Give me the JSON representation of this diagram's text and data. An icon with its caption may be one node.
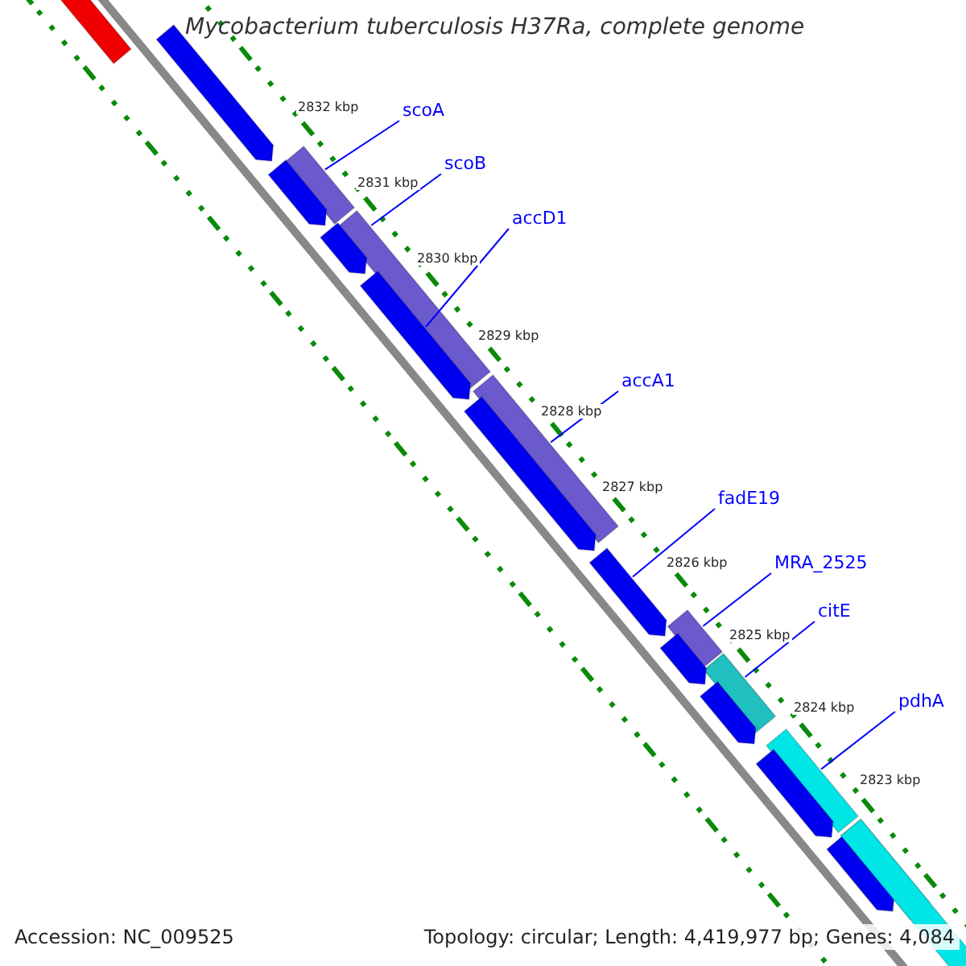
{
  "diagram": {
    "title": "Mycobacterium tuberculosis H37Ra, complete genome",
    "nodes": [
      {
        "text": [
          "scoA"
        ]
      },
      {
        "text": [
          "scoB"
        ]
      },
      {
        "text": [
          "accD1"
        ]
      },
      {
        "text": [
          "accA1"
        ]
      },
      {
        "text": [
          "fadE19"
        ]
      },
      {
        "text": [
          "MRA_2525"
        ]
      },
      {
        "text": [
          "citE"
        ]
      },
      {
        "text": [
          "pdhA"
        ]
      },
      {
        "text": [],
        "shape": "bar"
      },
      {
        "text": [],
        "shape": "arrow"
      },
      {
        "text": [],
        "shape": "bar"
      },
      {
        "text": [],
        "shape": "arrow"
      },
      {
        "text": [],
        "shape": "bar"
      },
      {
        "text": [],
        "shape": "arrow"
      },
      {
        "text": [],
        "shape": "arrow"
      },
      {
        "text": [],
        "shape": "bar"
      },
      {
        "text": [],
        "shape": "arrow"
      },
      {
        "text": [],
        "shape": "arrow"
      },
      {
        "text": [],
        "shape": "bar"
      },
      {
        "text": [],
        "shape": "bar"
      },
      {
        "text": [],
        "shape": "arrow"
      },
      {
        "text": [],
        "shape": "bar"
      },
      {
        "text": [],
        "shape": "arrow"
      },
      {
        "text": [],
        "shape": "bar"
      },
      {
        "text": [],
        "shape": "arrow"
      },
      {
        "text": [],
        "shape": "arrow"
      }
    ],
    "edges": [
      {
        "from": 0,
        "to": 10,
        "arrow": "none"
      },
      {
        "from": 1,
        "to": 12,
        "arrow": "none"
      },
      {
        "from": 2,
        "to": 14,
        "arrow": "none"
      },
      {
        "from": 3,
        "to": 15,
        "arrow": "none"
      },
      {
        "from": 4,
        "to": 17,
        "arrow": "none"
      },
      {
        "from": 5,
        "to": 18,
        "arrow": "none"
      },
      {
        "from": 6,
        "to": 19,
        "arrow": "none"
      },
      {
        "from": 7,
        "to": 21,
        "arrow": "none"
      }
    ],
    "labels": [
      "2832 kbp",
      "2831 kbp",
      "2830 kbp",
      "2829 kbp",
      "2828 kbp",
      "2827 kbp",
      "2826 kbp",
      "2825 kbp",
      "2824 kbp",
      "2823 kbp",
      "Accession: NC_009525",
      "Topology: circular; Length: 4,419,977 bp; Genes: 4,084"
    ]
  }
}
